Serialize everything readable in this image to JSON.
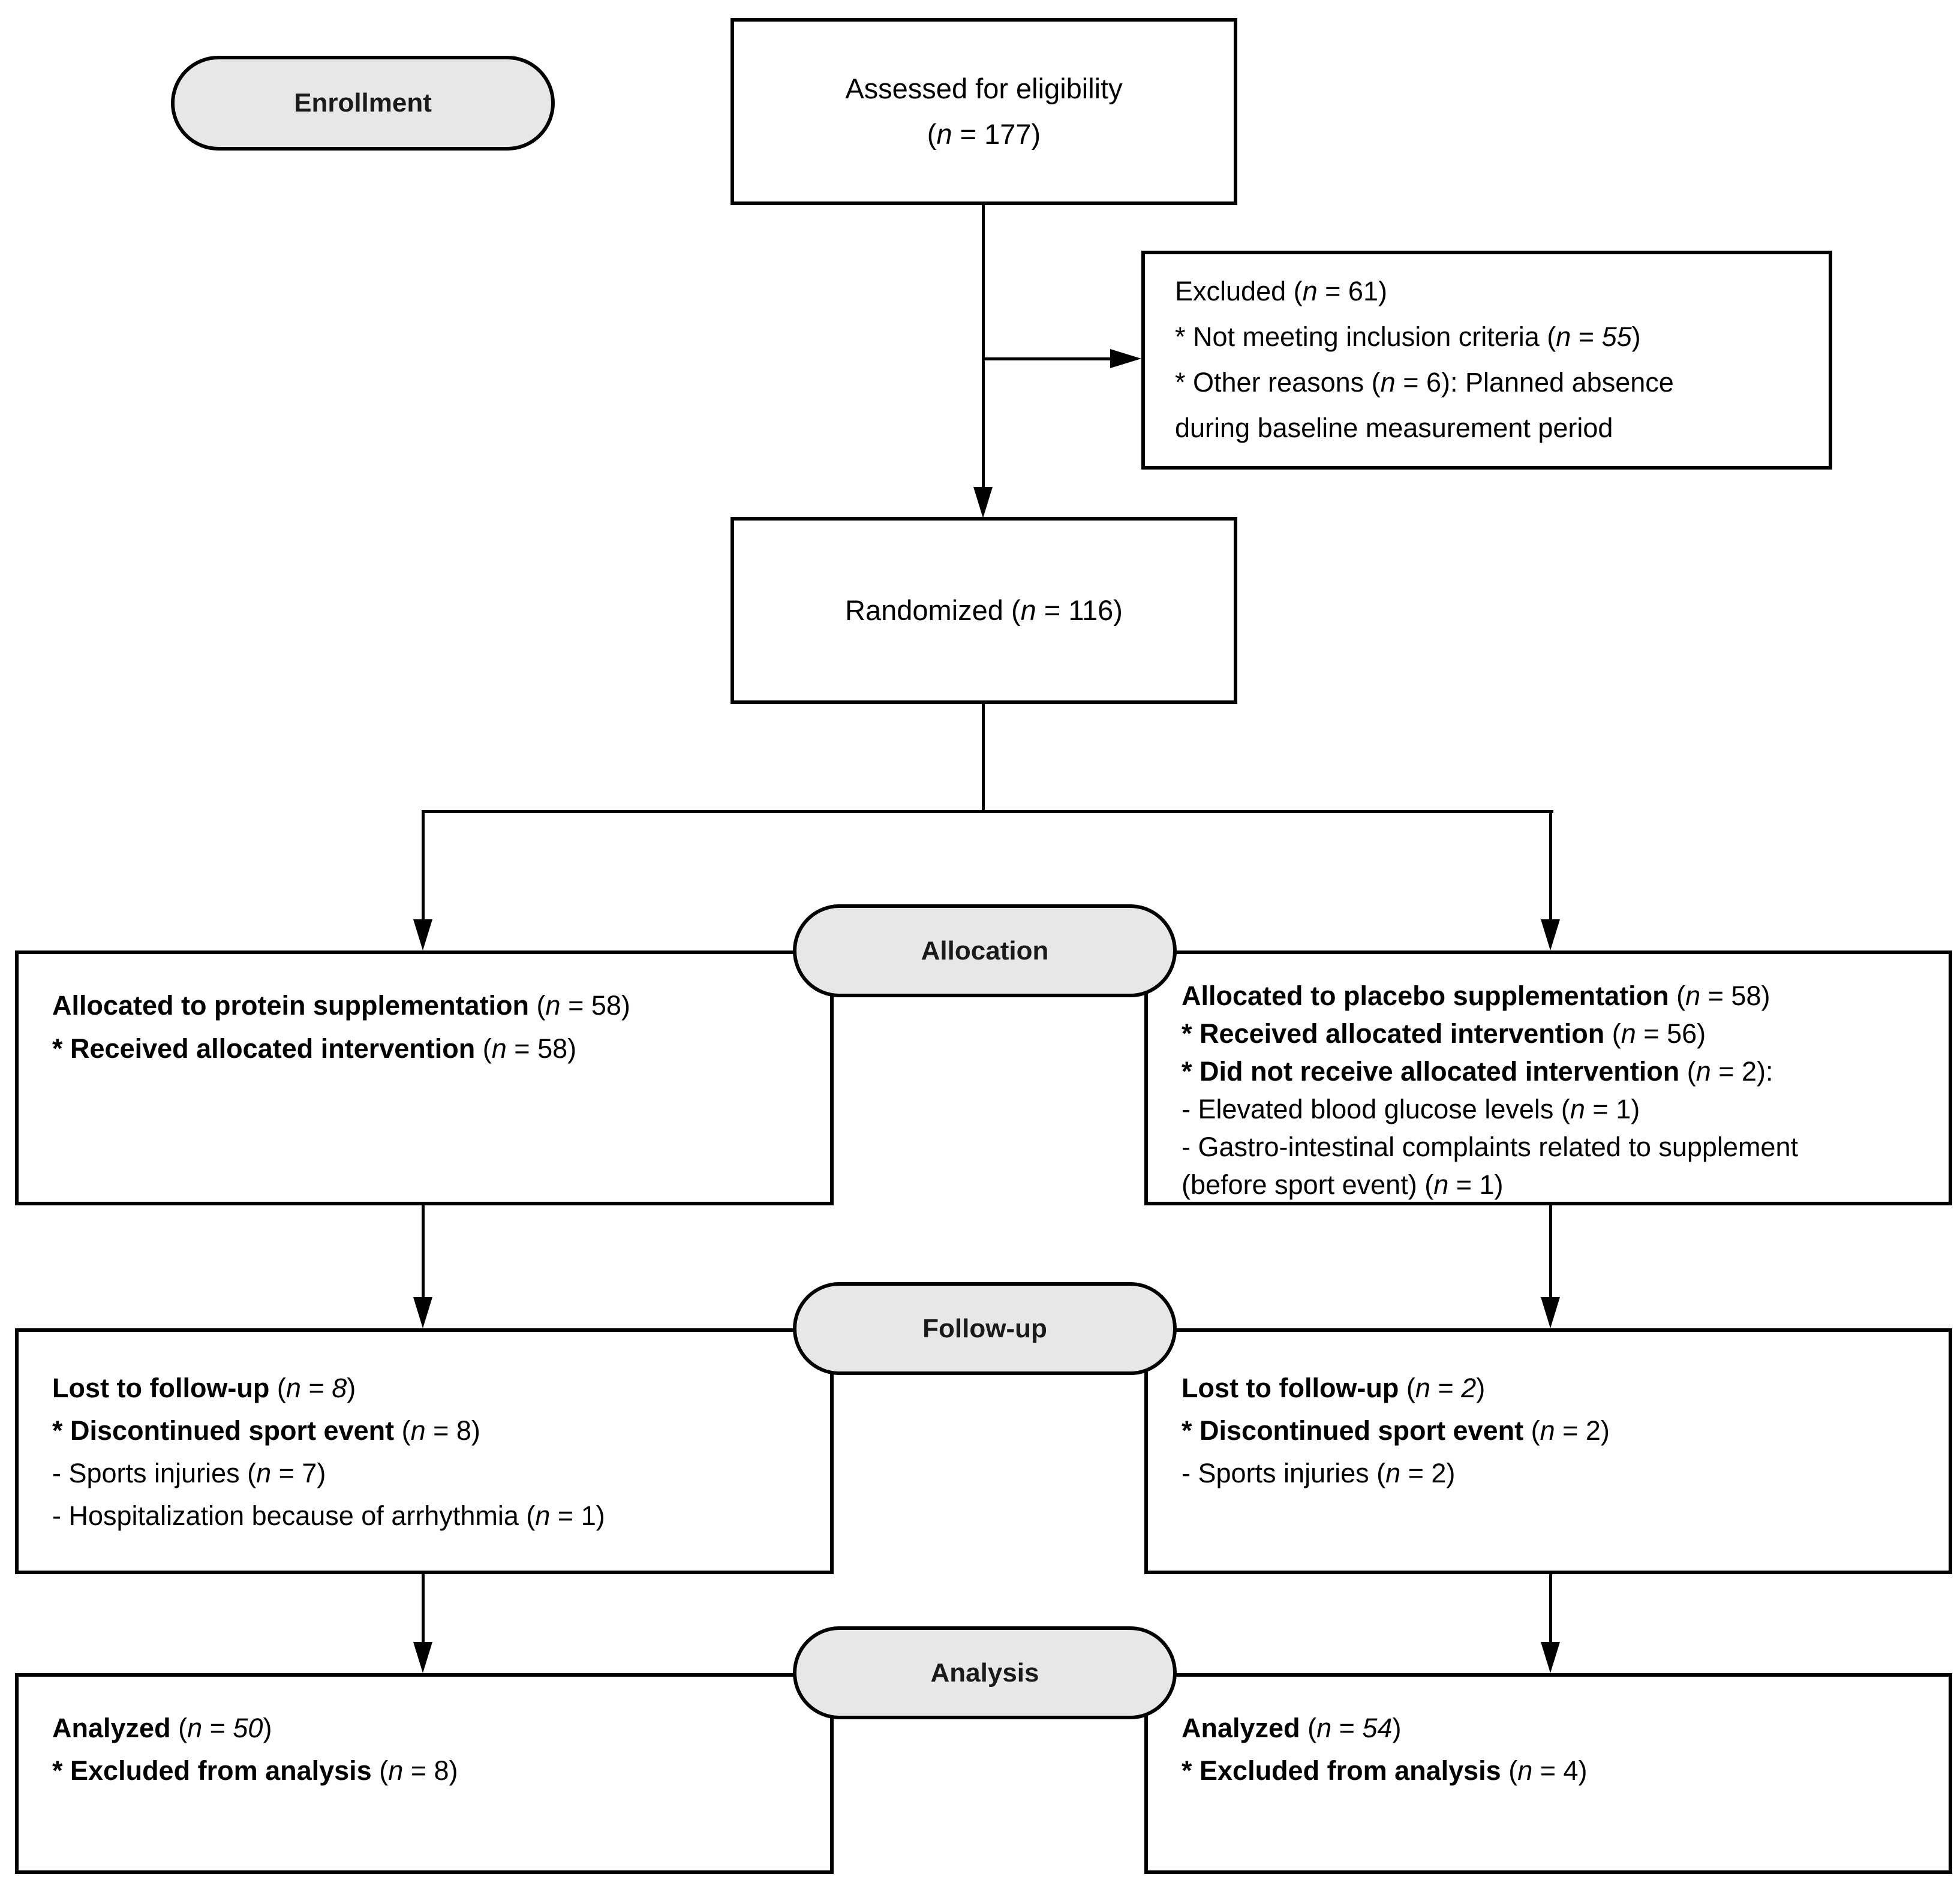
{
  "colors": {
    "oval_fill": "#e7e7e7",
    "stroke": "#000000",
    "background": "#ffffff",
    "text": "#000000"
  },
  "ovals": {
    "enrollment": {
      "label": "Enrollment"
    },
    "allocation": {
      "label": "Allocation"
    },
    "followup": {
      "label": "Follow-up"
    },
    "analysis": {
      "label": "Analysis"
    }
  },
  "boxes": {
    "assessed": {
      "lines": [
        [
          {
            "t": "Assessed for eligibility"
          }
        ],
        [
          {
            "t": "("
          },
          {
            "t": "n",
            "i": true
          },
          {
            "t": " = 177)"
          }
        ]
      ]
    },
    "excluded": {
      "lines": [
        [
          {
            "t": "Excluded ("
          },
          {
            "t": "n",
            "i": true
          },
          {
            "t": " = 61)"
          }
        ],
        [
          {
            "t": "* Not meeting inclusion criteria ("
          },
          {
            "t": "n",
            "i": true
          },
          {
            "t": " = "
          },
          {
            "t": "55",
            "i": true
          },
          {
            "t": ")"
          }
        ],
        [
          {
            "t": "* Other reasons ("
          },
          {
            "t": "n",
            "i": true
          },
          {
            "t": " = 6): Planned absence"
          }
        ],
        [
          {
            "t": "during baseline measurement period"
          }
        ]
      ]
    },
    "randomized": {
      "lines": [
        [
          {
            "t": "Randomized ("
          },
          {
            "t": "n",
            "i": true
          },
          {
            "t": " = 116)"
          }
        ]
      ]
    },
    "allocation_left": {
      "lines": [
        [
          {
            "t": "Allocated to protein supplementation ",
            "b": true
          },
          {
            "t": "("
          },
          {
            "t": "n",
            "i": true
          },
          {
            "t": " = 58)"
          }
        ],
        [
          {
            "t": "* Received allocated intervention ",
            "b": true
          },
          {
            "t": "("
          },
          {
            "t": "n",
            "i": true
          },
          {
            "t": " = 58)"
          }
        ]
      ]
    },
    "allocation_right": {
      "lines": [
        [
          {
            "t": "Allocated to placebo supplementation ",
            "b": true
          },
          {
            "t": "("
          },
          {
            "t": "n",
            "i": true
          },
          {
            "t": " = 58)"
          }
        ],
        [
          {
            "t": "* Received allocated intervention ",
            "b": true
          },
          {
            "t": "("
          },
          {
            "t": "n",
            "i": true
          },
          {
            "t": " = 56)"
          }
        ],
        [
          {
            "t": "* Did not receive allocated intervention ",
            "b": true
          },
          {
            "t": "("
          },
          {
            "t": "n",
            "i": true
          },
          {
            "t": " = 2):"
          }
        ],
        [
          {
            "t": "- Elevated blood glucose levels ("
          },
          {
            "t": "n",
            "i": true
          },
          {
            "t": " = 1)"
          }
        ],
        [
          {
            "t": "- Gastro-intestinal complaints related to supplement"
          }
        ],
        [
          {
            "t": "(before sport event) ("
          },
          {
            "t": "n",
            "i": true
          },
          {
            "t": " = 1)"
          }
        ]
      ]
    },
    "followup_left": {
      "lines": [
        [
          {
            "t": "Lost to follow-up ",
            "b": true
          },
          {
            "t": "("
          },
          {
            "t": "n",
            "i": true
          },
          {
            "t": " = "
          },
          {
            "t": "8",
            "i": true
          },
          {
            "t": ")"
          }
        ],
        [
          {
            "t": "* Discontinued sport event ",
            "b": true
          },
          {
            "t": "("
          },
          {
            "t": "n",
            "i": true
          },
          {
            "t": " = 8)"
          }
        ],
        [
          {
            "t": "- Sports injuries ("
          },
          {
            "t": "n",
            "i": true
          },
          {
            "t": " = 7)"
          }
        ],
        [
          {
            "t": "- Hospitalization because of arrhythmia ("
          },
          {
            "t": "n",
            "i": true
          },
          {
            "t": " = 1)"
          }
        ]
      ]
    },
    "followup_right": {
      "lines": [
        [
          {
            "t": "Lost to follow-up ",
            "b": true
          },
          {
            "t": "("
          },
          {
            "t": "n",
            "i": true
          },
          {
            "t": " = "
          },
          {
            "t": "2",
            "i": true
          },
          {
            "t": ")"
          }
        ],
        [
          {
            "t": "* Discontinued sport event ",
            "b": true
          },
          {
            "t": "("
          },
          {
            "t": "n",
            "i": true
          },
          {
            "t": " = 2)"
          }
        ],
        [
          {
            "t": "- Sports injuries ("
          },
          {
            "t": "n",
            "i": true
          },
          {
            "t": " = 2)"
          }
        ]
      ]
    },
    "analysis_left": {
      "lines": [
        [
          {
            "t": "Analyzed ",
            "b": true
          },
          {
            "t": "("
          },
          {
            "t": "n",
            "i": true
          },
          {
            "t": " = "
          },
          {
            "t": "50",
            "i": true
          },
          {
            "t": ")"
          }
        ],
        [
          {
            "t": "* Excluded from analysis ",
            "b": true
          },
          {
            "t": "("
          },
          {
            "t": "n",
            "i": true
          },
          {
            "t": " = 8)"
          }
        ]
      ]
    },
    "analysis_right": {
      "lines": [
        [
          {
            "t": "Analyzed ",
            "b": true
          },
          {
            "t": "("
          },
          {
            "t": "n",
            "i": true
          },
          {
            "t": " = "
          },
          {
            "t": "54",
            "i": true
          },
          {
            "t": ")"
          }
        ],
        [
          {
            "t": "* Excluded from analysis ",
            "b": true
          },
          {
            "t": "("
          },
          {
            "t": "n",
            "i": true
          },
          {
            "t": " = 4)"
          }
        ]
      ]
    }
  }
}
